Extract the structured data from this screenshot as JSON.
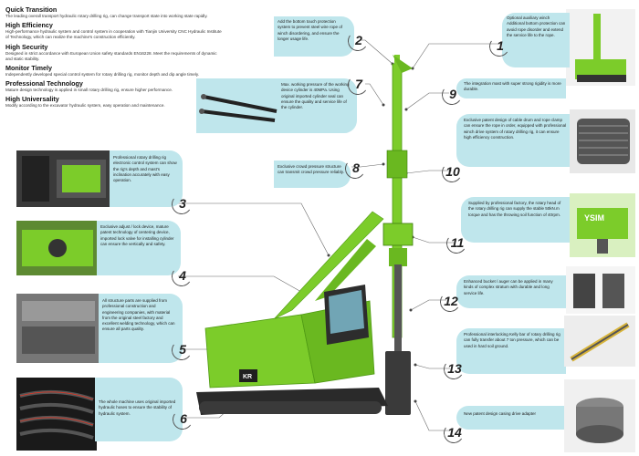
{
  "intro": [
    {
      "title": "Quick Transition",
      "text": "The leading overall transport hydraulic rotary drilling rig, can change transport state into working state rapidly."
    },
    {
      "title": "High Efficiency",
      "text": "High-performance hydraulic system and control system in cooperation with Tianjin University CNC Hydraulic Institute of Technology, which can realize the machine's construction efficiently."
    },
    {
      "title": "High Security",
      "text": "Designed in strict accordance with European Union safety standards EN16228. Meet the requirements of dynamic and static stability."
    },
    {
      "title": "Monitor Timely",
      "text": "Independently developed special control system for rotary drilling rig, monitor depth and dip angle timely."
    },
    {
      "title": "Professional Technology",
      "text": "Mature design technology is applied in small rotary drilling rig, ensure higher performance."
    },
    {
      "title": "High Universality",
      "text": "Modify according to the excavator hydraulic system, easy operation and maintenance."
    }
  ],
  "callouts": {
    "c1": {
      "num": "1",
      "text": "Optional auxiliary winch Additional bottom protection can avoid rope disorder and extend the service life to the rope."
    },
    "c2": {
      "num": "2",
      "text": "Add the bottom touch protection system to prevent steel wire rope of winch disordering, and ensure the longer usage life."
    },
    "c3": {
      "num": "3",
      "text": "Professional rotary drilling rig electronic control system can show the rig's depth and mast's inclination accurately with easy operation."
    },
    "c4": {
      "num": "4",
      "text": "Exclusive adjust / lock device, mature patent technology of centering device, imported lock valve for installing cylinder can ensure the vertically and safety."
    },
    "c5": {
      "num": "5",
      "text": "All structure parts are supplied from professional construction and engineering companies, with material from the original steel factory and excellent welding technology, which can ensure all parts quality."
    },
    "c6": {
      "num": "6",
      "text": "The whole machine uses original imported hydraulic hoses to ensure the stability of hydraulic system."
    },
    "c7": {
      "num": "7",
      "text": "Max. working pressure of the working device cylinder is 40MPa. Using original imported cylinder seal can ensure the quality and service life of the cylinder."
    },
    "c8": {
      "num": "8",
      "text": "Exclusive crowd pressure structure can transmit crowd pressure reliably."
    },
    "c9": {
      "num": "9",
      "text": "The integration mast with super strong rigidity is more durable."
    },
    "c10": {
      "num": "10",
      "text": "Exclusive patent design of cable drum and rope clamp can ensure the rope in order, equipped with professional winch drive system of rotary drilling rig, it can ensure high efficiency construction."
    },
    "c11": {
      "num": "11",
      "text": "Supplied by professional factory, the rotary head of the rotary drilling rig can supply the stable 50kN.m torque and has the throwing soil function of 40rpm."
    },
    "c12": {
      "num": "12",
      "text": "Enhanced bucket / auger can be applied in many kinds of complex stratum with durable and long service life."
    },
    "c13": {
      "num": "13",
      "text": "Professional interlocking Kelly bar of rotary drilling rig can fully transfer about 7 ton pressure, which can be used in hard soil ground."
    },
    "c14": {
      "num": "14",
      "text": "New patent design casing drive adapter"
    }
  },
  "rig": {
    "cab_label": "KR",
    "head_label": "YSIM"
  },
  "colors": {
    "green": "#7ccc2a",
    "dark_green": "#4f9a14",
    "callout_bg": "#bfe6ec",
    "text": "#333333"
  }
}
